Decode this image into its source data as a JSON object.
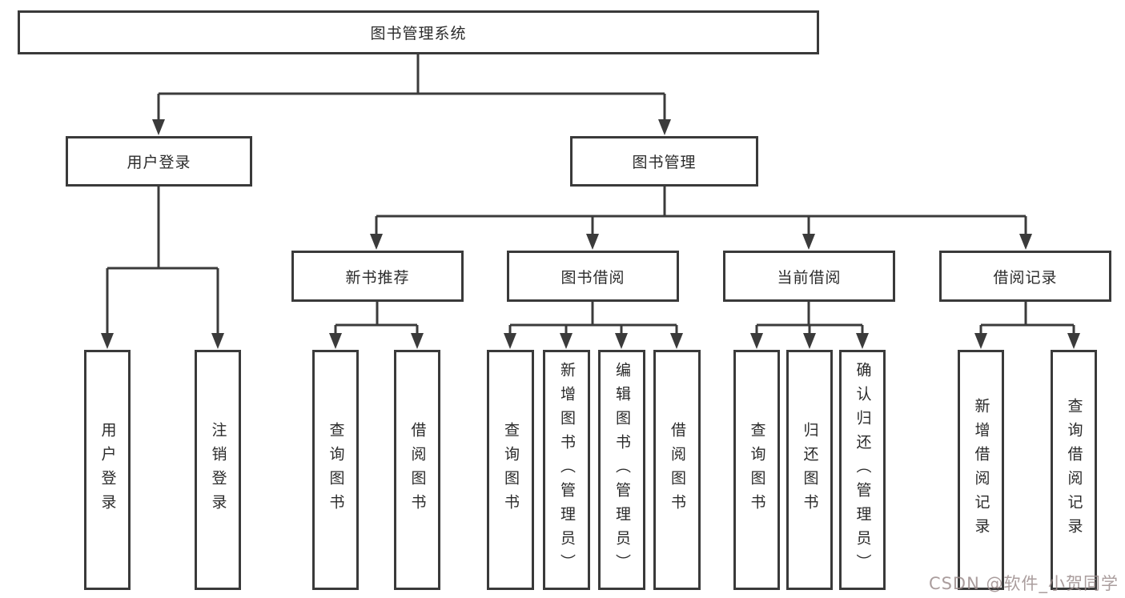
{
  "root": {
    "label": "图书管理系统"
  },
  "modules": [
    {
      "label": "用户登录",
      "children": [
        "用户登录",
        "注销登录"
      ]
    },
    {
      "label": "图书管理",
      "submodules": [
        {
          "label": "新书推荐",
          "children": [
            "查询图书",
            "借阅图书"
          ]
        },
        {
          "label": "图书借阅",
          "children": [
            "查询图书",
            "新增图书（管理员）",
            "编辑图书（管理员）",
            "借阅图书"
          ]
        },
        {
          "label": "当前借阅",
          "children": [
            "查询图书",
            "归还图书",
            "确认归还（管理员）"
          ]
        },
        {
          "label": "借阅记录",
          "children": [
            "新增借阅记录",
            "查询借阅记录"
          ]
        }
      ]
    }
  ],
  "watermark": {
    "text": "CSDN @软件_小贺同学"
  },
  "colors": {
    "line": "#3b3b3b",
    "box_border": "#3a3a3a",
    "box_background": "#ffffff",
    "text": "#2b2b2b",
    "watermark": "#9b8c8c"
  }
}
